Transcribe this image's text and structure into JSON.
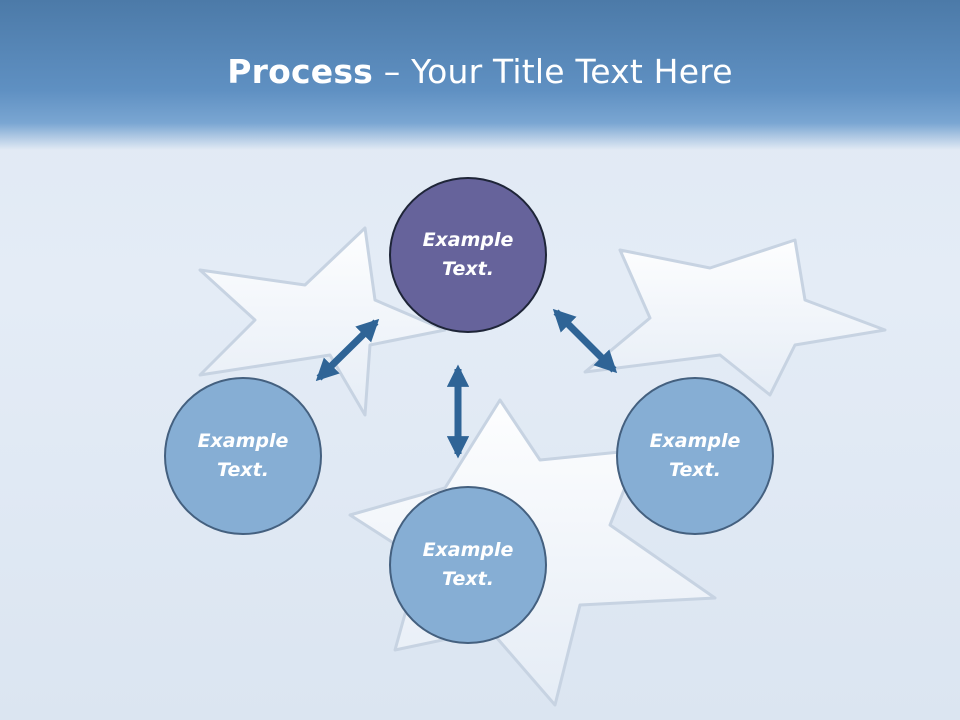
{
  "slide": {
    "title_strong": "Process",
    "title_rest": " – Your Title Text Here"
  },
  "nodes": {
    "top": "Example Text.",
    "left": "Example Text.",
    "right": "Example Text.",
    "bottom": "Example Text."
  },
  "colors": {
    "header": "#5f90c2",
    "top_circle": "#66639b",
    "circle": "#86aed4",
    "arrow": "#2f6496"
  }
}
